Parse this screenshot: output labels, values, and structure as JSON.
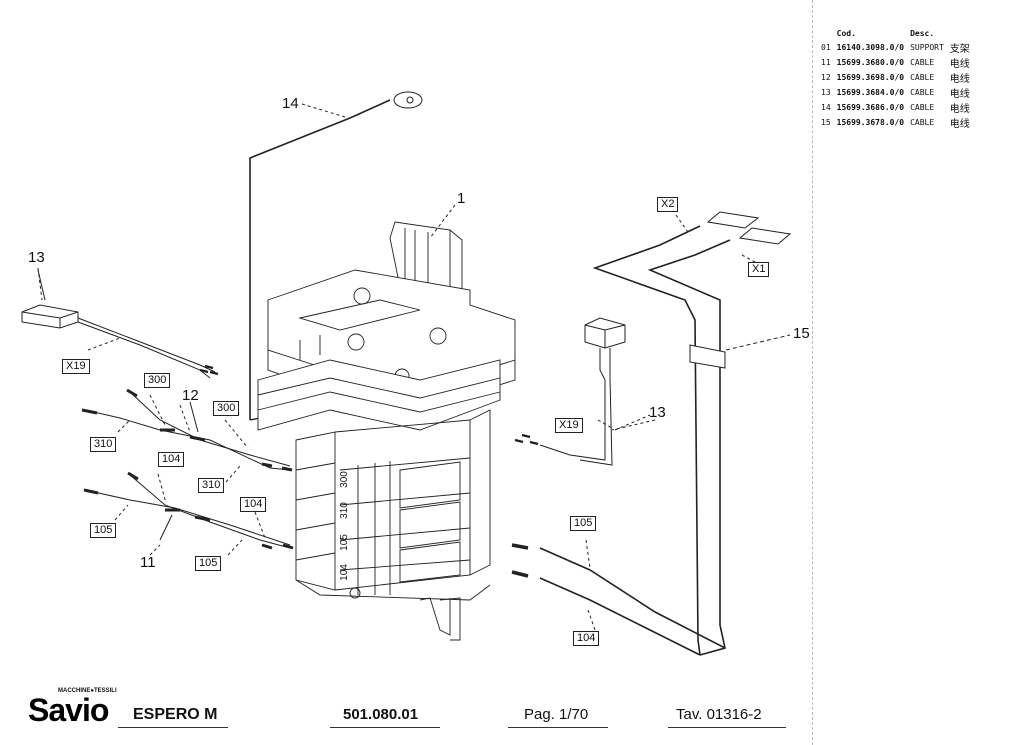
{
  "parts_table": {
    "headers": {
      "code": "Cod.",
      "desc": "Desc."
    },
    "rows": [
      {
        "pos": "01",
        "code": "16140.3098.0/0",
        "desc": "SUPPORT",
        "desc_cn": "支架"
      },
      {
        "pos": "11",
        "code": "15699.3680.0/0",
        "desc": "CABLE",
        "desc_cn": "电线"
      },
      {
        "pos": "12",
        "code": "15699.3698.0/0",
        "desc": "CABLE",
        "desc_cn": "电线"
      },
      {
        "pos": "13",
        "code": "15699.3684.0/0",
        "desc": "CABLE",
        "desc_cn": "电线"
      },
      {
        "pos": "14",
        "code": "15699.3686.0/0",
        "desc": "CABLE",
        "desc_cn": "电线"
      },
      {
        "pos": "15",
        "code": "15699.3678.0/0",
        "desc": "CABLE",
        "desc_cn": "电线"
      }
    ]
  },
  "callouts": {
    "c14": "14",
    "c1": "1",
    "c13_left": "13",
    "c13_right": "13",
    "c12": "12",
    "c11": "11",
    "c15": "15"
  },
  "connector_labels": {
    "x2": "X2",
    "x1": "X1",
    "x19_left": "X19",
    "x19_right": "X19",
    "b300_top": "300",
    "b300_mid": "300",
    "b310_left": "310",
    "b310_mid": "310",
    "b104_top": "104",
    "b104_mid": "104",
    "b105_left": "105",
    "b105_bottom": "105",
    "b105_right": "105",
    "b104_bottom": "104"
  },
  "terminal_labels": {
    "t300": "300",
    "t310": "310",
    "t105": "105",
    "t104": "104"
  },
  "footer": {
    "brand": "Savio",
    "brand_tagline": "MACCHINE●TESSILI",
    "model": "ESPERO M",
    "drawing_number": "501.080.01",
    "page": "Pag. 1/70",
    "table_ref": "Tav. 01316-2"
  }
}
